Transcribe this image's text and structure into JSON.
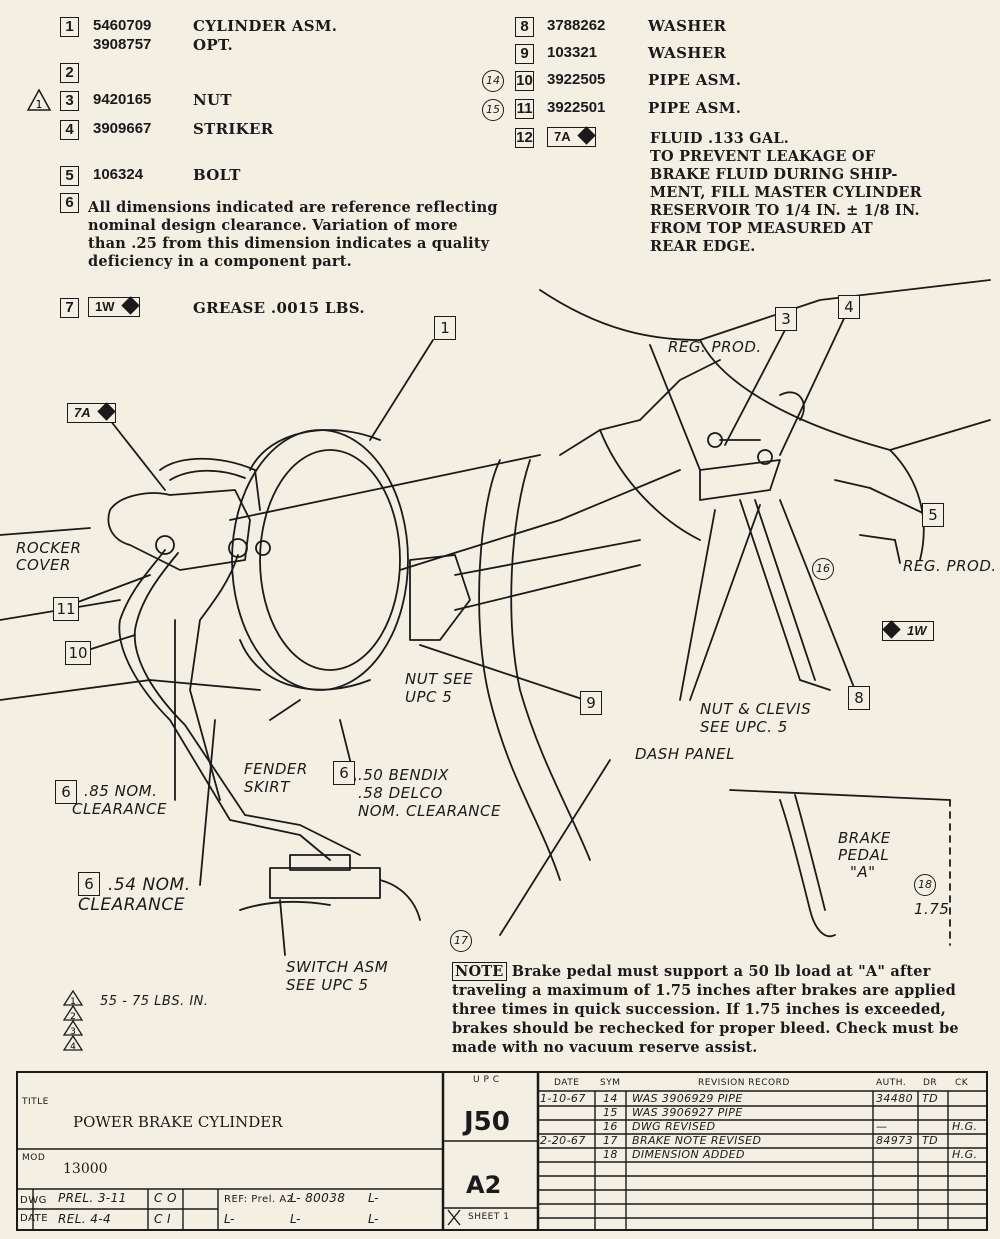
{
  "parts": [
    {
      "num": "1",
      "pn": "5460709",
      "desc": "CYLINDER ASM.",
      "pn2": "3908757",
      "desc2": "OPT."
    },
    {
      "num": "2",
      "pn": "",
      "desc": ""
    },
    {
      "num": "3",
      "pn": "9420165",
      "desc": "NUT",
      "flag": "1"
    },
    {
      "num": "4",
      "pn": "3909667",
      "desc": "STRIKER"
    },
    {
      "num": "5",
      "pn": "106324",
      "desc": "BOLT"
    },
    {
      "num": "6",
      "note_lines": [
        "All dimensions indicated are reference reflecting",
        "nominal design clearance.  Variation of more",
        "than .25 from this dimension indicates a quality",
        "deficiency in a component part."
      ]
    },
    {
      "num": "7",
      "tag": "1W",
      "desc": "GREASE .0015 LBS."
    },
    {
      "num": "8",
      "pn": "3788262",
      "desc": "WASHER"
    },
    {
      "num": "9",
      "pn": "103321",
      "desc": "WASHER"
    },
    {
      "num": "10",
      "pn": "3922505",
      "desc": "PIPE ASM.",
      "circ": "14"
    },
    {
      "num": "11",
      "pn": "3922501",
      "desc": "PIPE ASM.",
      "circ": "15"
    },
    {
      "num": "12",
      "tag": "7A",
      "desc_lines": [
        "FLUID .133 GAL.",
        "TO PREVENT LEAKAGE OF",
        "BRAKE FLUID DURING SHIP-",
        "MENT, FILL MASTER CYLINDER",
        "RESERVOIR TO 1/4 IN. ± 1/8 IN.",
        "FROM TOP MEASURED AT",
        "REAR EDGE."
      ]
    }
  ],
  "diagram": {
    "tag_7a": "7A",
    "tag_1w": "1W",
    "rocker_cover": [
      "ROCKER",
      "COVER"
    ],
    "reg_prod_top": "REG. PROD.",
    "reg_prod_right": "REG. PROD.",
    "nut_see": [
      "NUT SEE",
      "UPC 5"
    ],
    "nut_clevis": [
      "NUT & CLEVIS",
      "SEE UPC. 5"
    ],
    "fender_skirt": [
      "FENDER",
      "SKIRT"
    ],
    "bendix": [
      ".50 BENDIX",
      ".58 DELCO",
      "NOM. CLEARANCE"
    ],
    "dash_panel": "DASH PANEL",
    "brake_pedal": [
      "BRAKE",
      "PEDAL",
      "\"A\""
    ],
    "dim_175": "1.75",
    "clearance_85": [
      ".85 NOM.",
      "CLEARANCE"
    ],
    "clearance_54": [
      ".54 NOM.",
      "CLEARANCE"
    ],
    "switch_asm": [
      "SWITCH ASM",
      "SEE UPC 5"
    ],
    "torque": "55 - 75 LBS. IN.",
    "callouts": [
      "1",
      "3",
      "4",
      "5",
      "6",
      "6",
      "6",
      "8",
      "9",
      "10",
      "11"
    ],
    "circles": [
      "16",
      "17",
      "18"
    ],
    "flag_nums": [
      "1",
      "2",
      "3",
      "4"
    ]
  },
  "note": {
    "label": "NOTE",
    "lines": [
      " Brake pedal must support a 50 lb load at \"A\" after",
      "traveling a maximum of 1.75 inches after brakes are applied",
      "three times in quick succession.  If 1.75 inches is exceeded,",
      "brakes should be rechecked for proper bleed.  Check must be",
      "made with no vacuum reserve assist."
    ]
  },
  "title_block": {
    "title_label": "TITLE",
    "title": "POWER BRAKE CYLINDER",
    "mod_label": "MOD",
    "mod": "13000",
    "dwg_label": "DWG",
    "date_label": "DATE",
    "dwg_val": "PREL. 3-11",
    "date_val": "REL. 4-4",
    "co": "C O",
    "ci": "C I",
    "ref": "REF: Prel. A2",
    "l_num": "L- 80038",
    "l_blank": "L-",
    "upc_label": "U P C",
    "upc": "J50",
    "sheet_code": "A2",
    "sheet": "SHEET 1",
    "rev_headers": {
      "date": "DATE",
      "sym": "SYM",
      "record": "REVISION RECORD",
      "auth": "AUTH.",
      "dr": "DR",
      "ck": "CK"
    },
    "revisions": [
      {
        "date": "1-10-67",
        "sym": "14",
        "record": "WAS 3906929 PIPE",
        "auth": "34480",
        "dr": "TD",
        "ck": ""
      },
      {
        "date": "",
        "sym": "15",
        "record": "WAS 3906927 PIPE",
        "auth": "",
        "dr": "",
        "ck": ""
      },
      {
        "date": "",
        "sym": "16",
        "record": "DWG REVISED",
        "auth": "—",
        "dr": "",
        "ck": "H.G."
      },
      {
        "date": "2-20-67",
        "sym": "17",
        "record": "BRAKE NOTE REVISED",
        "auth": "84973",
        "dr": "TD",
        "ck": ""
      },
      {
        "date": "",
        "sym": "18",
        "record": "DIMENSION ADDED",
        "auth": "",
        "dr": "",
        "ck": "H.G."
      }
    ]
  }
}
